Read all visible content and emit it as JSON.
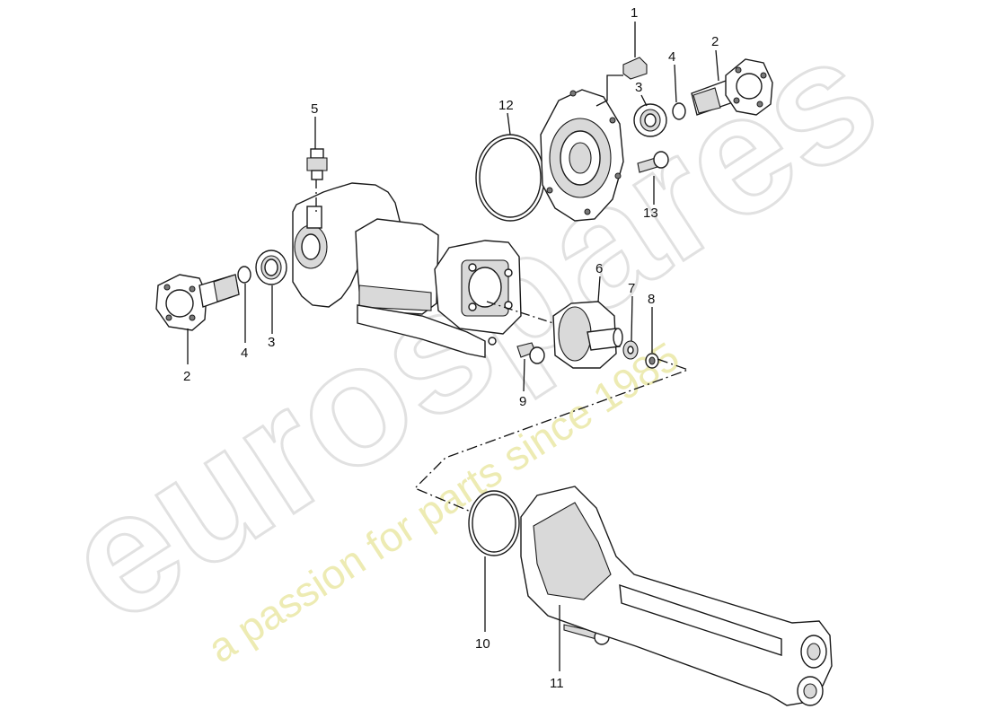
{
  "watermark": {
    "brand": "eurospares",
    "tagline": "a passion for parts since 1985",
    "tagline_color": "#e7e59a"
  },
  "callouts": {
    "c1": "1",
    "c2a": "2",
    "c2b": "2",
    "c3a": "3",
    "c3b": "3",
    "c4a": "4",
    "c4b": "4",
    "c5": "5",
    "c6": "6",
    "c7": "7",
    "c8": "8",
    "c9": "9",
    "c10": "10",
    "c11": "11",
    "c12": "12",
    "c13": "13"
  }
}
